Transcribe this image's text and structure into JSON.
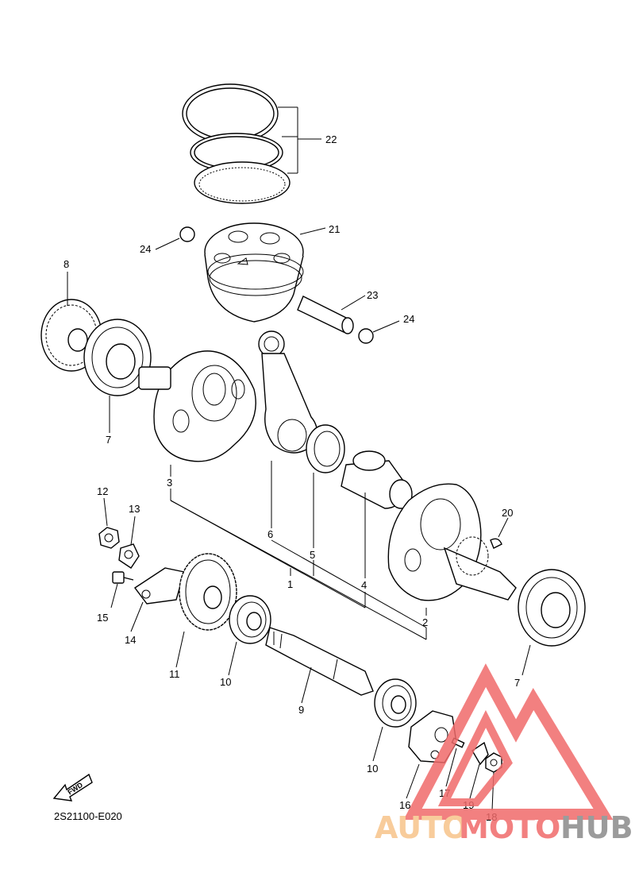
{
  "diagram": {
    "code": "2S21100-E020",
    "fwd_label": "FWD",
    "callouts": [
      {
        "id": "c22a",
        "text": "22"
      },
      {
        "id": "c21",
        "text": "21"
      },
      {
        "id": "c24a",
        "text": "24"
      },
      {
        "id": "c23",
        "text": "23"
      },
      {
        "id": "c24b",
        "text": "24"
      },
      {
        "id": "c8",
        "text": "8"
      },
      {
        "id": "c7a",
        "text": "7"
      },
      {
        "id": "c3",
        "text": "3"
      },
      {
        "id": "c6",
        "text": "6"
      },
      {
        "id": "c5",
        "text": "5"
      },
      {
        "id": "c4",
        "text": "4"
      },
      {
        "id": "c1",
        "text": "1"
      },
      {
        "id": "c2",
        "text": "2"
      },
      {
        "id": "c20",
        "text": "20"
      },
      {
        "id": "c12",
        "text": "12"
      },
      {
        "id": "c13",
        "text": "13"
      },
      {
        "id": "c15",
        "text": "15"
      },
      {
        "id": "c14",
        "text": "14"
      },
      {
        "id": "c11",
        "text": "11"
      },
      {
        "id": "c10a",
        "text": "10"
      },
      {
        "id": "c9",
        "text": "9"
      },
      {
        "id": "c10b",
        "text": "10"
      },
      {
        "id": "c7b",
        "text": "7"
      },
      {
        "id": "c16",
        "text": "16"
      },
      {
        "id": "c17",
        "text": "17"
      },
      {
        "id": "c19",
        "text": "19"
      },
      {
        "id": "c18",
        "text": "18"
      }
    ]
  },
  "watermark": {
    "part_auto": "AUTO",
    "part_moto": "MOTO",
    "part_hub": "HUB",
    "color_light": "#f7c48a",
    "color_red": "#f06a6a",
    "color_gray": "#8a8a8a"
  }
}
